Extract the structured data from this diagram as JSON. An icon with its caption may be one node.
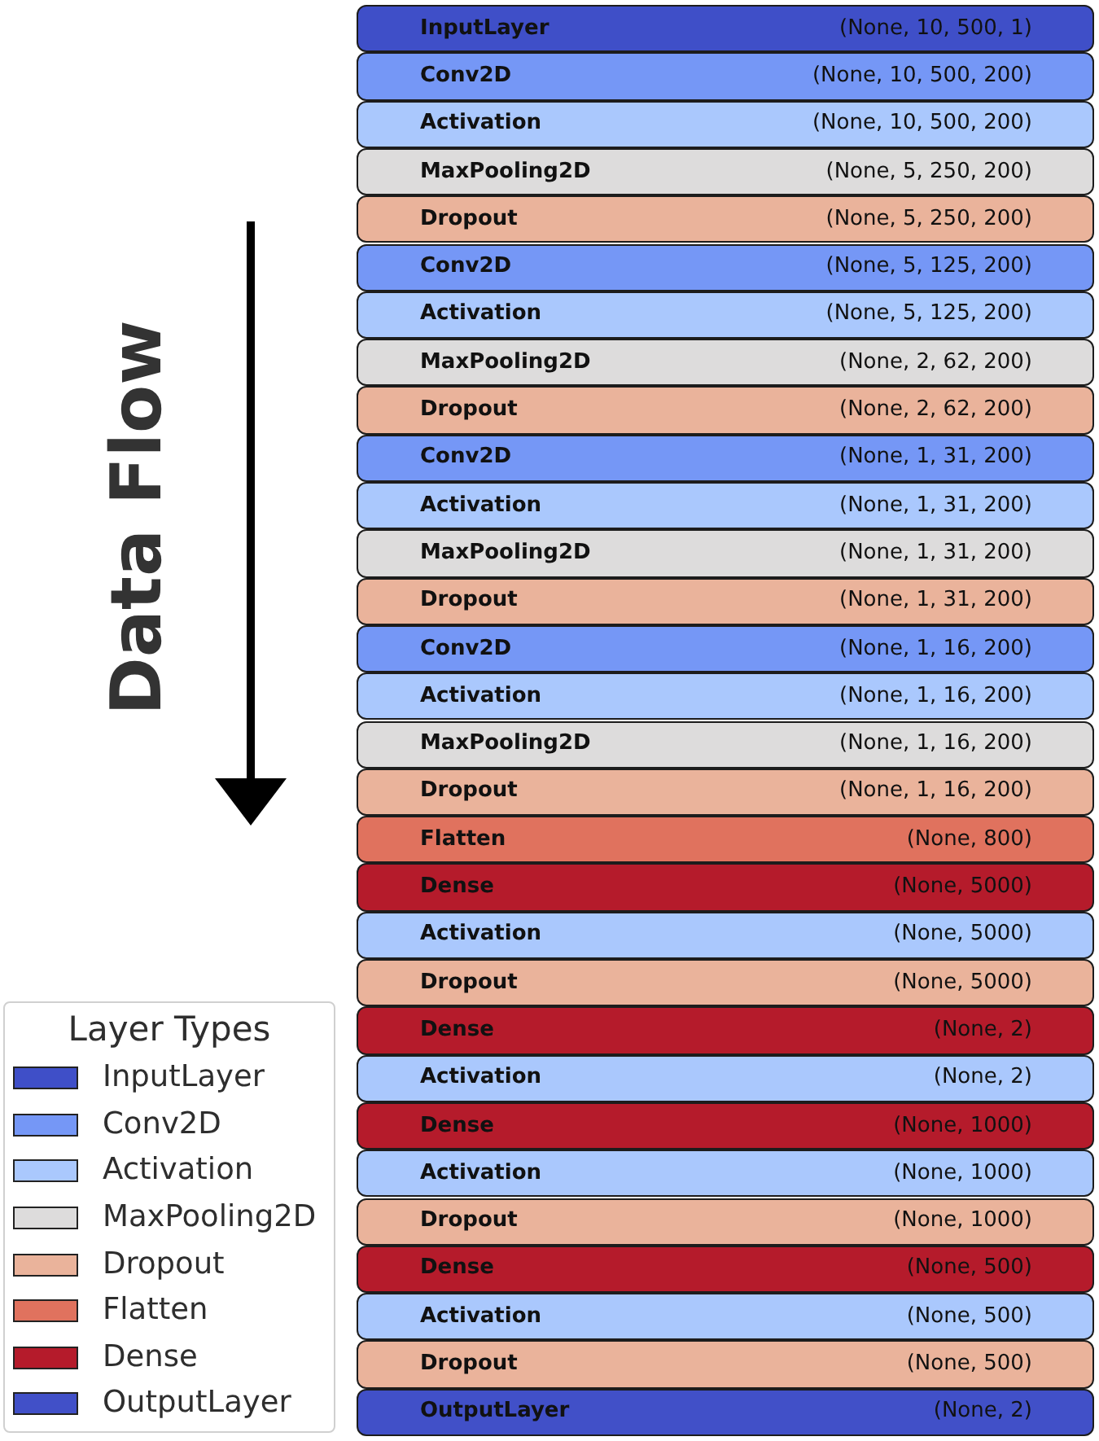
{
  "diagram": {
    "nodes": [
      {
        "text": [
          "InputLayer",
          "(None, 10, 500, 1)"
        ]
      },
      {
        "text": [
          "Conv2D",
          "(None, 10, 500, 200)"
        ]
      },
      {
        "text": [
          "Activation",
          "(None, 10, 500, 200)"
        ]
      },
      {
        "text": [
          "MaxPooling2D",
          "(None, 5, 250, 200)"
        ]
      },
      {
        "text": [
          "Dropout",
          "(None, 5, 250, 200)"
        ]
      },
      {
        "text": [
          "Conv2D",
          "(None, 5, 125, 200)"
        ]
      },
      {
        "text": [
          "Activation",
          "(None, 5, 125, 200)"
        ]
      },
      {
        "text": [
          "MaxPooling2D",
          "(None, 2, 62, 200)"
        ]
      },
      {
        "text": [
          "Dropout",
          "(None, 2, 62, 200)"
        ]
      },
      {
        "text": [
          "Conv2D",
          "(None, 1, 31, 200)"
        ]
      },
      {
        "text": [
          "Activation",
          "(None, 1, 31, 200)"
        ]
      },
      {
        "text": [
          "MaxPooling2D",
          "(None, 1, 31, 200)"
        ]
      },
      {
        "text": [
          "Dropout",
          "(None, 1, 31, 200)"
        ]
      },
      {
        "text": [
          "Conv2D",
          "(None, 1, 16, 200)"
        ]
      },
      {
        "text": [
          "Activation",
          "(None, 1, 16, 200)"
        ]
      },
      {
        "text": [
          "MaxPooling2D",
          "(None, 1, 16, 200)"
        ]
      },
      {
        "text": [
          "Dropout",
          "(None, 1, 16, 200)"
        ]
      },
      {
        "text": [
          "Flatten",
          "(None, 800)"
        ]
      },
      {
        "text": [
          "Dense",
          "(None, 5000)"
        ]
      },
      {
        "text": [
          "Activation",
          "(None, 5000)"
        ]
      },
      {
        "text": [
          "Dropout",
          "(None, 5000)"
        ]
      },
      {
        "text": [
          "Dense",
          "(None, 2)"
        ]
      },
      {
        "text": [
          "Activation",
          "(None, 2)"
        ]
      },
      {
        "text": [
          "Dense",
          "(None, 1000)"
        ]
      },
      {
        "text": [
          "Activation",
          "(None, 1000)"
        ]
      },
      {
        "text": [
          "Dropout",
          "(None, 1000)"
        ]
      },
      {
        "text": [
          "Dense",
          "(None, 500)"
        ]
      },
      {
        "text": [
          "Activation",
          "(None, 500)"
        ]
      },
      {
        "text": [
          "Dropout",
          "(None, 500)"
        ]
      },
      {
        "text": [
          "OutputLayer",
          "(None, 2)"
        ]
      }
    ],
    "labels": [
      "Data Flow",
      "Layer Types"
    ],
    "legend": [
      {
        "text": "InputLayer",
        "color": "#3f4fc8"
      },
      {
        "text": "Conv2D",
        "color": "#7597f6"
      },
      {
        "text": "Activation",
        "color": "#aac8fd"
      },
      {
        "text": "MaxPooling2D",
        "color": "#dddcdc"
      },
      {
        "text": "Dropout",
        "color": "#eab39b"
      },
      {
        "text": "Flatten",
        "color": "#e0725e"
      },
      {
        "text": "Dense",
        "color": "#b51b2b"
      },
      {
        "text": "OutputLayer",
        "color": "#4150c8"
      }
    ]
  }
}
